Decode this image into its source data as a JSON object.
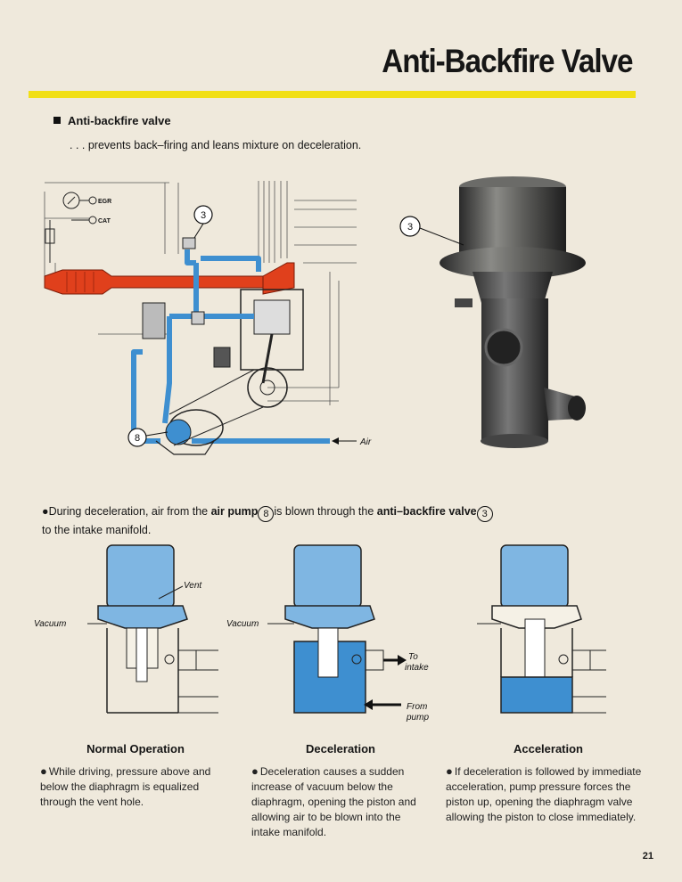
{
  "title": "Anti-Backfire Valve",
  "section_heading": "Anti-backfire valve",
  "intro": ". . . prevents back–firing and leans mixture on deceleration.",
  "engine_diagram": {
    "callout_3": "3",
    "callout_8": "8",
    "egr": "EGR",
    "cat": "CAT",
    "air": "Air"
  },
  "photo": {
    "callout": "3"
  },
  "caption": {
    "part1": "During deceleration, air from the ",
    "air_pump": "air pump",
    "num8": "8",
    "part2": "is blown through the ",
    "valve": "anti–backfire valve",
    "num3": "3",
    "part3": "to the intake manifold."
  },
  "diagrams": [
    {
      "title": "Normal Operation",
      "labels": {
        "vent": "Vent",
        "vacuum": "Vacuum"
      },
      "desc": "While driving, pressure above and below the diaphragm is equalized through the vent hole."
    },
    {
      "title": "Deceleration",
      "labels": {
        "vacuum": "Vacuum",
        "to_intake_1": "To",
        "to_intake_2": "intake",
        "from_pump_1": "From",
        "from_pump_2": "pump"
      },
      "desc": "Deceleration causes a sudden increase of vacuum below the diaphragm, opening the piston and allowing air to be blown into the intake manifold."
    },
    {
      "title": "Acceleration",
      "desc": "If deceleration is followed by immediate acceleration, pump pressure forces the piston up, opening the diaphragm valve allowing the piston to close immediately."
    }
  ],
  "page_number": "21",
  "colors": {
    "accent_yellow": "#f1df16",
    "air_blue": "#3e8fd0",
    "light_blue": "#7fb6e2",
    "exhaust_red": "#e0401c"
  }
}
